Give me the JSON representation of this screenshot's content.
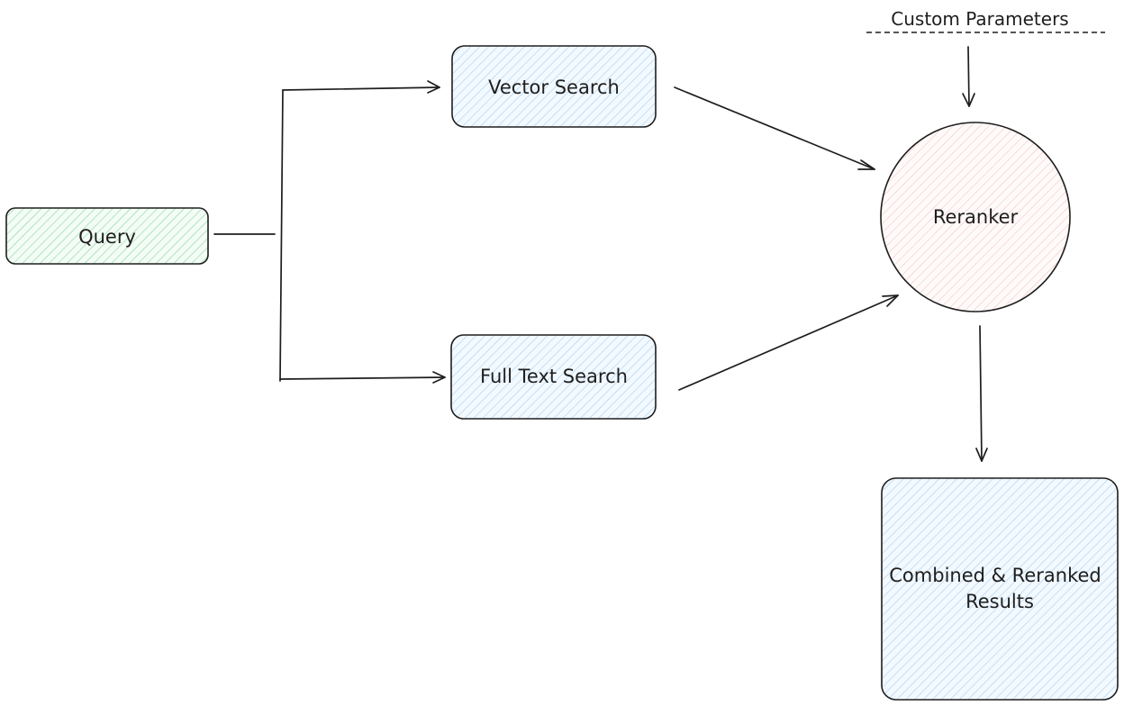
{
  "diagram": {
    "header_text": "Custom Parameters",
    "nodes": {
      "query": {
        "label": "Query",
        "color": "#2f9e44",
        "fill": "#ebfbee"
      },
      "vector_search": {
        "label": "Vector Search",
        "color": "#1971c2",
        "fill": "#e7f5ff"
      },
      "full_text_search": {
        "label": "Full Text Search",
        "color": "#1971c2",
        "fill": "#e7f5ff"
      },
      "reranker": {
        "label": "Reranker",
        "color": "#e03131",
        "fill": "#fff5f5"
      },
      "results": {
        "label_line_1": "Combined & Reranked",
        "label_line_2": "Results",
        "color": "#1971c2",
        "fill": "#e7f5ff"
      }
    },
    "edges": [
      {
        "from": "Query",
        "to": "Vector Search"
      },
      {
        "from": "Query",
        "to": "Full Text Search"
      },
      {
        "from": "Vector Search",
        "to": "Reranker"
      },
      {
        "from": "Full Text Search",
        "to": "Reranker"
      },
      {
        "from": "Custom Parameters",
        "to": "Reranker"
      },
      {
        "from": "Reranker",
        "to": "Combined & Reranked Results"
      }
    ]
  }
}
